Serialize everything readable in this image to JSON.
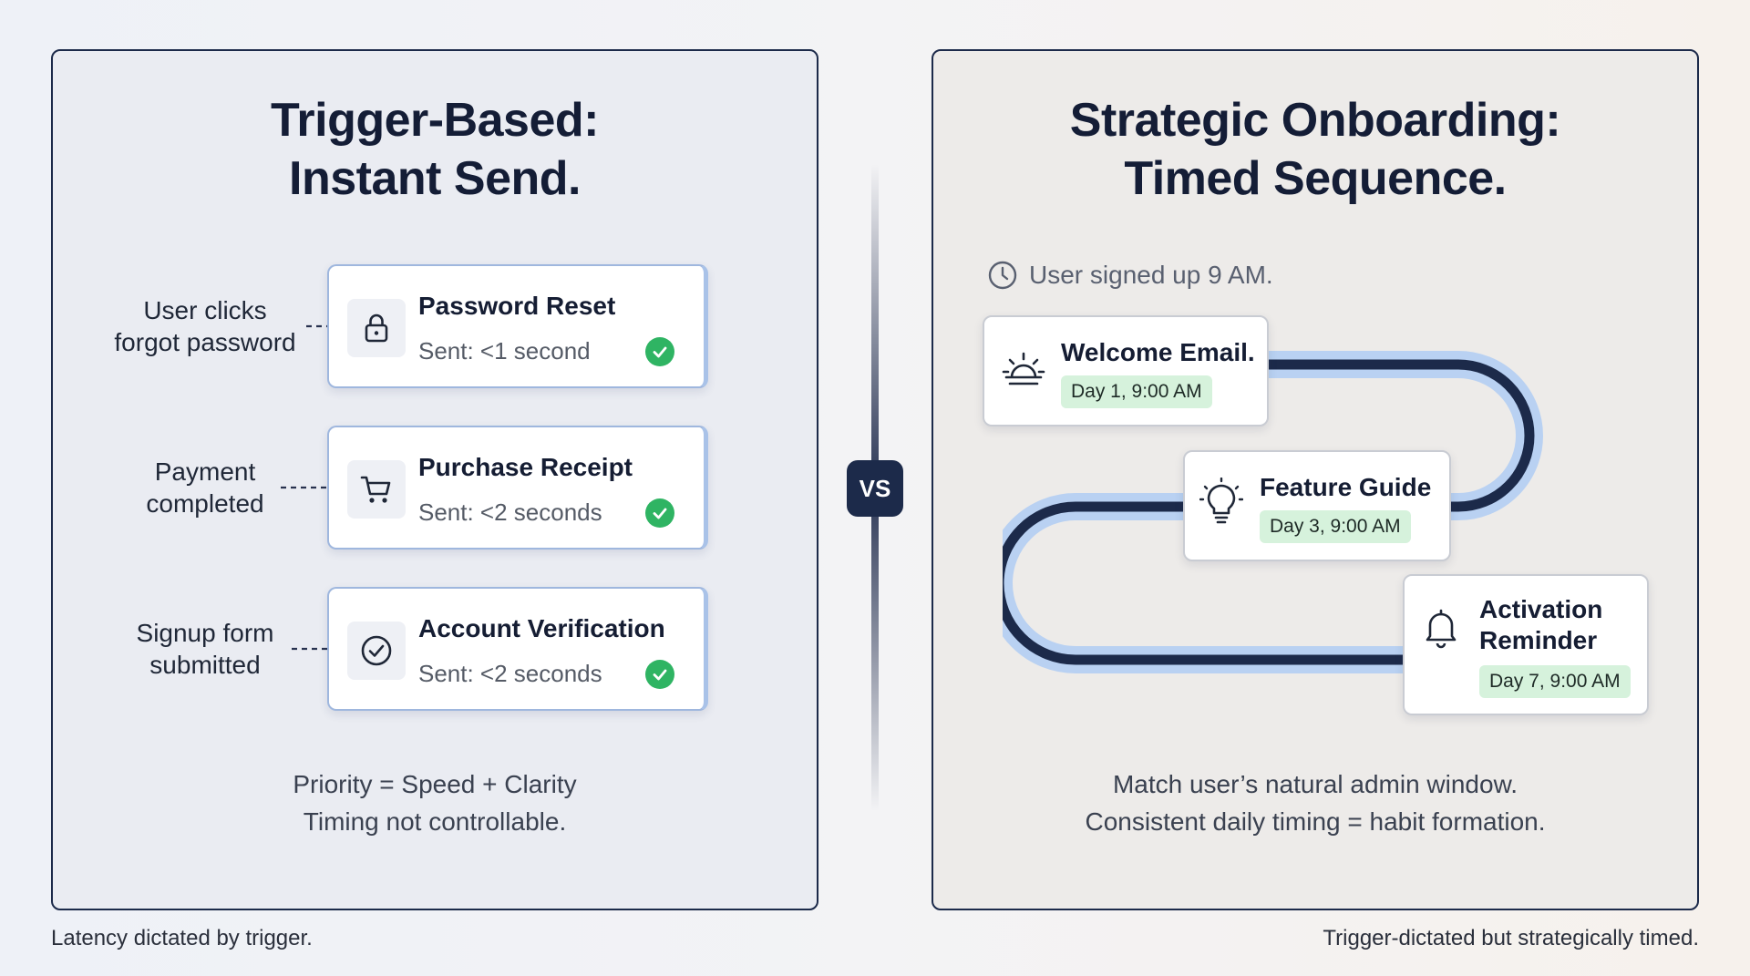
{
  "left_panel": {
    "title_line1": "Trigger-Based:",
    "title_line2": "Instant Send.",
    "rows": [
      {
        "trigger_line1": "User clicks",
        "trigger_line2": "forgot password",
        "email": "Password Reset",
        "sent": "Sent: <1 second",
        "icon": "lock-icon"
      },
      {
        "trigger_line1": "Payment",
        "trigger_line2": "completed",
        "email": "Purchase Receipt",
        "sent": "Sent: <2 seconds",
        "icon": "cart-icon"
      },
      {
        "trigger_line1": "Signup form",
        "trigger_line2": "submitted",
        "email": "Account Verification",
        "sent": "Sent: <2 seconds",
        "icon": "check-circle-icon"
      }
    ],
    "caption_line1": "Priority = Speed + Clarity",
    "caption_line2": "Timing not controllable."
  },
  "vs_label": "VS",
  "right_panel": {
    "title_line1": "Strategic Onboarding:",
    "title_line2": "Timed Sequence.",
    "signup_text": "User signed up 9 AM.",
    "steps": [
      {
        "title_line1": "Welcome Email.",
        "title_line2": "",
        "time": "Day 1, 9:00 AM",
        "icon": "sunrise-icon"
      },
      {
        "title_line1": "Feature Guide",
        "title_line2": "",
        "time": "Day 3, 9:00 AM",
        "icon": "lightbulb-icon"
      },
      {
        "title_line1": "Activation",
        "title_line2": "Reminder",
        "time": "Day 7, 9:00 AM",
        "icon": "bell-icon"
      }
    ],
    "caption_line1": "Match user’s natural admin window.",
    "caption_line2": "Consistent daily timing = habit formation."
  },
  "footnotes": {
    "left": "Latency dictated by trigger.",
    "right": "Trigger-dictated but strategically timed."
  },
  "colors": {
    "navy": "#1c2a4a",
    "track_light": "#b9d1f2",
    "success_green": "#2fb463",
    "pill_green": "#d6f2dc",
    "card_border_blue": "#9fb7de"
  }
}
